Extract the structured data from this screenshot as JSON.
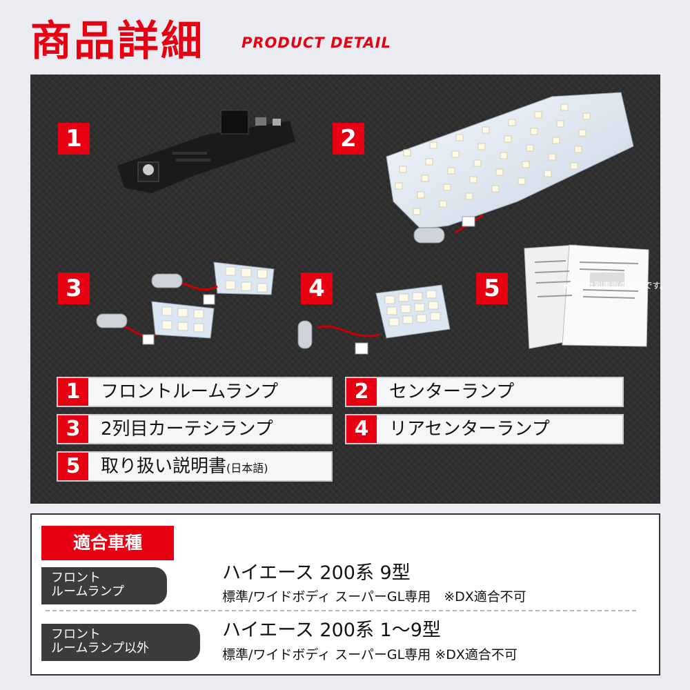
{
  "header": {
    "title": "商品詳細",
    "subtitle": "PRODUCT DETAIL"
  },
  "photos": {
    "numbers": [
      "1",
      "2",
      "3",
      "4",
      "5"
    ],
    "caption": "※写真は別車両のものです。"
  },
  "items": [
    {
      "num": "1",
      "label": "フロントルームランプ"
    },
    {
      "num": "2",
      "label": "センターランプ"
    },
    {
      "num": "3",
      "label": "2列目カーテシランプ"
    },
    {
      "num": "4",
      "label": "リアセンターランプ"
    },
    {
      "num": "5",
      "label": "取り扱い説明書",
      "note": "(日本語)"
    }
  ],
  "compat": {
    "title": "適合車種",
    "rows": [
      {
        "tag_line1": "フロント",
        "tag_line2": "ルームランプ",
        "model": "ハイエース 200系 9型",
        "spec": "標準/ワイドボディ スーパーGL専用　※DX適合不可"
      },
      {
        "tag_line1": "フロント",
        "tag_line2": "ルームランプ以外",
        "model": "ハイエース 200系 1〜9型",
        "spec": "標準/ワイドボディ スーパーGL専用 ※DX適合不可"
      }
    ]
  },
  "colors": {
    "accent": "#e60012",
    "panel": "#2f2f2f",
    "tag": "#3c3c3c"
  }
}
